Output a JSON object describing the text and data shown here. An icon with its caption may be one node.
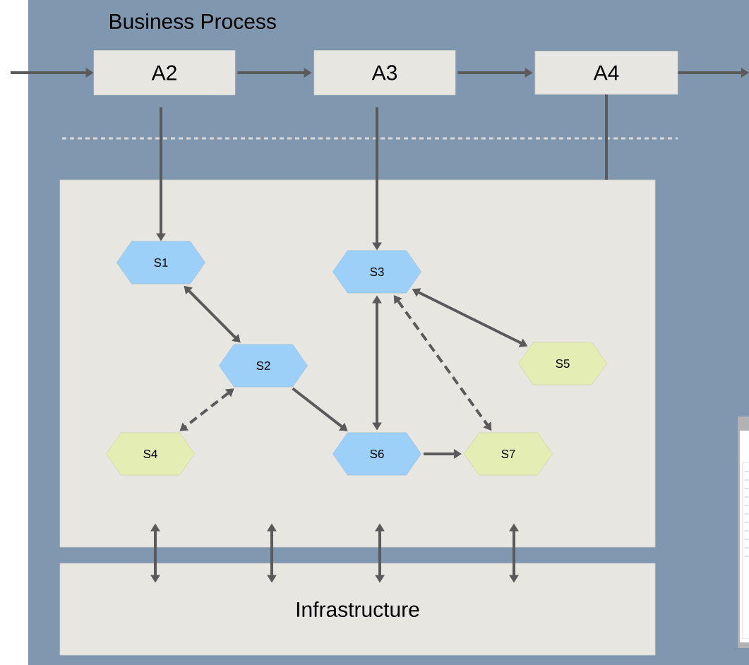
{
  "diagram": {
    "title": "Business Process",
    "nodes": [
      {
        "text": [
          "A2"
        ]
      },
      {
        "text": [
          "A3"
        ]
      },
      {
        "text": [
          "A4"
        ]
      },
      {
        "text": [],
        "shape": "box"
      },
      {
        "text": [
          "S1"
        ],
        "in": 3
      },
      {
        "text": [
          "S3"
        ],
        "in": 3
      },
      {
        "text": [
          "S2"
        ],
        "in": 3
      },
      {
        "text": [
          "S5"
        ],
        "in": 3
      },
      {
        "text": [
          "S4"
        ],
        "in": 3
      },
      {
        "text": [
          "S6"
        ],
        "in": 3
      },
      {
        "text": [
          "S7"
        ],
        "in": 3
      },
      {
        "text": [
          "Infrastructure"
        ]
      }
    ],
    "edges": [
      {
        "from": null,
        "to": 0,
        "arrow": "to"
      },
      {
        "from": 0,
        "to": 1,
        "arrow": "to"
      },
      {
        "from": 1,
        "to": 2,
        "arrow": "to"
      },
      {
        "from": 2,
        "to": null,
        "arrow": "to"
      },
      {
        "from": 0,
        "to": 4,
        "arrow": "to"
      },
      {
        "from": 1,
        "to": 5,
        "arrow": "to"
      },
      {
        "from": 2,
        "to": 3,
        "arrow": "none"
      },
      {
        "from": 4,
        "to": 6,
        "arrow": "both"
      },
      {
        "from": 6,
        "to": 8,
        "arrow": "both",
        "style": "dashed"
      },
      {
        "from": 6,
        "to": 9,
        "arrow": "to"
      },
      {
        "from": 5,
        "to": 9,
        "arrow": "both"
      },
      {
        "from": 5,
        "to": 10,
        "arrow": "both",
        "style": "dashed"
      },
      {
        "from": 5,
        "to": 7,
        "arrow": "both"
      },
      {
        "from": 9,
        "to": 10,
        "arrow": "to"
      },
      {
        "from": 3,
        "to": 11,
        "arrow": "both"
      },
      {
        "from": 3,
        "to": 11,
        "arrow": "both"
      },
      {
        "from": 3,
        "to": 11,
        "arrow": "both"
      },
      {
        "from": 3,
        "to": 11,
        "arrow": "both"
      }
    ]
  }
}
